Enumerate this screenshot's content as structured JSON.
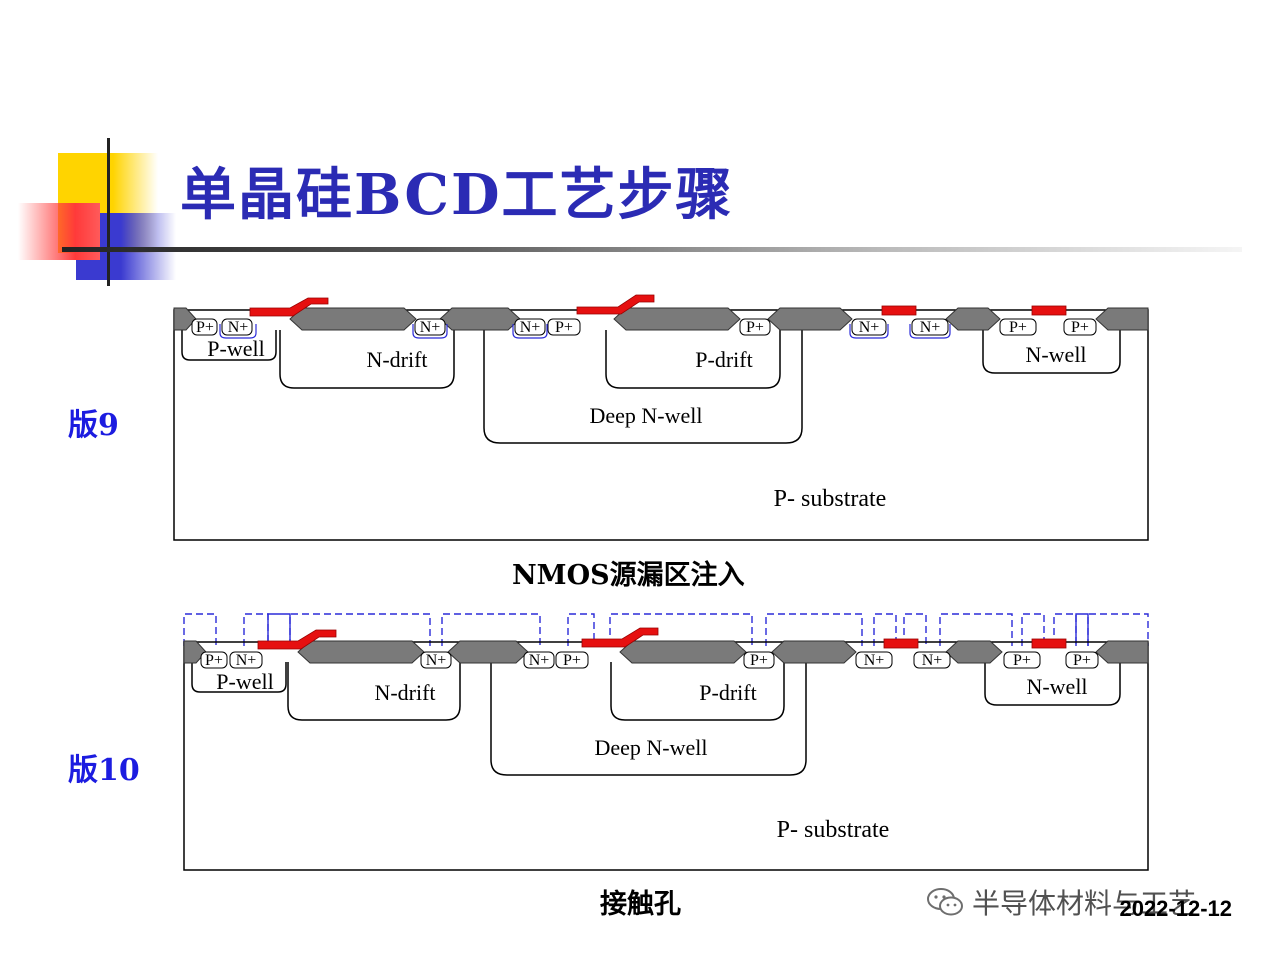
{
  "slide": {
    "title": "单晶硅BCD工艺步骤",
    "date": "2022-12-12",
    "watermark": "半导体材料与工艺",
    "colors": {
      "title": "#2b2bb4",
      "plate_label": "#1c1ce0",
      "gate": "#e61010",
      "oxide": "#7a7a7a",
      "mask": "#2b2bd8"
    }
  },
  "step9": {
    "plate": "版9",
    "caption": "NMOS源漏区注入",
    "regions": {
      "pwell": "P-well",
      "ndrift": "N-drift",
      "deepnwell": "Deep N-well",
      "pdrift": "P-drift",
      "nwell": "N-well",
      "substrate": "P- substrate"
    },
    "implants": {
      "p1": "P+",
      "n1": "N+",
      "n2": "N+",
      "n3": "N+",
      "p2": "P+",
      "p3": "P+",
      "n4": "N+",
      "n5": "N+",
      "p4": "P+",
      "p5": "P+"
    }
  },
  "step10": {
    "plate": "版10",
    "caption": "接触孔",
    "regions": {
      "pwell": "P-well",
      "ndrift": "N-drift",
      "deepnwell": "Deep N-well",
      "pdrift": "P-drift",
      "nwell": "N-well",
      "substrate": "P- substrate"
    },
    "implants": {
      "p1": "P+",
      "n1": "N+",
      "n2": "N+",
      "n3": "N+",
      "p2": "P+",
      "p3": "P+",
      "n4": "N+",
      "n5": "N+",
      "p4": "P+",
      "p5": "P+"
    }
  }
}
